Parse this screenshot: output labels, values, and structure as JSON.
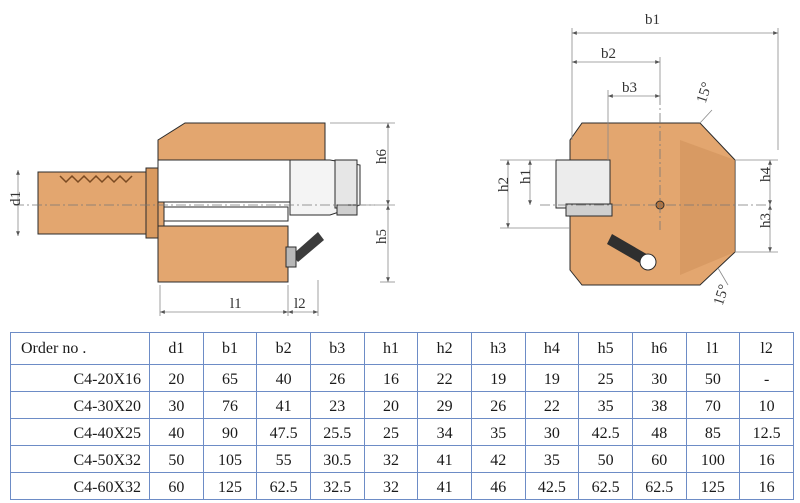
{
  "drawing": {
    "side_view_labels": {
      "d1": "d1",
      "h6": "h6",
      "h5": "h5",
      "l1": "l1",
      "l2": "l2"
    },
    "front_view_labels": {
      "b1": "b1",
      "b2": "b2",
      "b3": "b3",
      "h1": "h1",
      "h2": "h2",
      "h3": "h3",
      "h4": "h4",
      "angle_top": "15°",
      "angle_bottom": "15°"
    }
  },
  "table": {
    "headers": [
      "Order no .",
      "d1",
      "b1",
      "b2",
      "b3",
      "h1",
      "h2",
      "h3",
      "h4",
      "h5",
      "h6",
      "l1",
      "l2"
    ],
    "rows": [
      [
        "C4-20X16",
        "20",
        "65",
        "40",
        "26",
        "16",
        "22",
        "19",
        "19",
        "25",
        "30",
        "50",
        "-"
      ],
      [
        "C4-30X20",
        "30",
        "76",
        "41",
        "23",
        "20",
        "29",
        "26",
        "22",
        "35",
        "38",
        "70",
        "10"
      ],
      [
        "C4-40X25",
        "40",
        "90",
        "47.5",
        "25.5",
        "25",
        "34",
        "35",
        "30",
        "42.5",
        "48",
        "85",
        "12.5"
      ],
      [
        "C4-50X32",
        "50",
        "105",
        "55",
        "30.5",
        "32",
        "41",
        "42",
        "35",
        "50",
        "60",
        "100",
        "16"
      ],
      [
        "C4-60X32",
        "60",
        "125",
        "62.5",
        "32.5",
        "32",
        "41",
        "46",
        "42.5",
        "62.5",
        "62.5",
        "125",
        "16"
      ]
    ]
  },
  "colors": {
    "body": "#e3a66f",
    "shade": "#c98a52",
    "grid": "#6d8cc6"
  }
}
